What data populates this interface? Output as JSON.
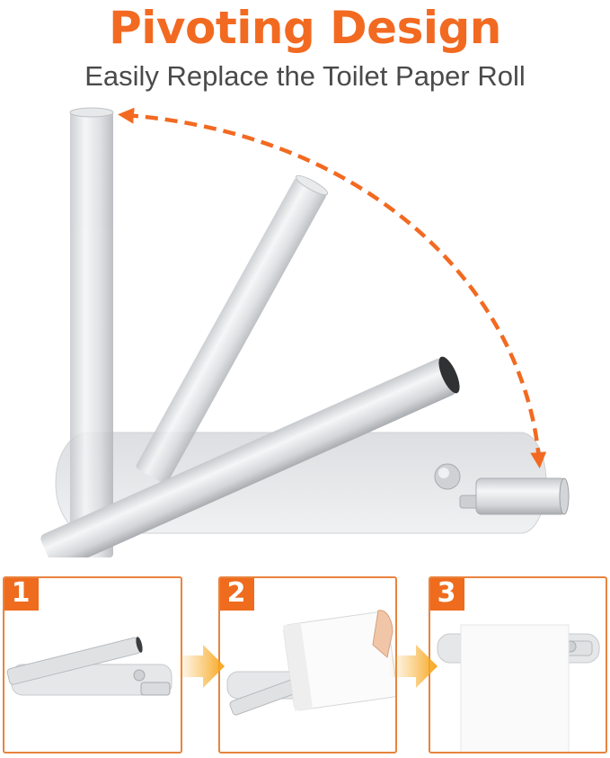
{
  "header": {
    "title": "Pivoting Design",
    "subtitle": "Easily Replace the Toilet Paper Roll"
  },
  "colors": {
    "accent_orange": "#f26a21",
    "subtitle_gray": "#4a4a4a",
    "steel_light": "#e6e7e9",
    "steel_dark": "#b9bcc0",
    "arrow_gold": "#f7b23a"
  },
  "icons": {
    "hero": "pivoting-holder-illustration",
    "curve_arrow": "dashed-curved-arrow-icon",
    "step_arrow": "chevron-right-arrow-icon"
  },
  "steps": [
    {
      "number": "1"
    },
    {
      "number": "2"
    },
    {
      "number": "3"
    }
  ]
}
